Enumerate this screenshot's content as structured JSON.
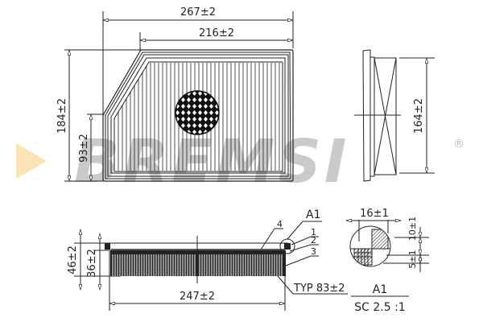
{
  "drawing": {
    "subject": "Air filter panel technical drawing",
    "top_view": {
      "overall_width": "267±2",
      "top_edge_width": "216±2",
      "overall_height": "184±2",
      "side_edge_height": "93±2"
    },
    "side_view": {
      "height": "164±2"
    },
    "section_view": {
      "overall_thickness": "46±2",
      "pleat_depth": "36±2",
      "pleat_length": "247±2",
      "pleat_count": "TYP 83±2",
      "callouts": [
        "1",
        "2",
        "3",
        "4"
      ],
      "detail_ref": "A1"
    },
    "detail_view": {
      "width": "16±1",
      "flange_height": "10±1",
      "seal_height": "5±1",
      "title": "A1",
      "scale": "SC 2.5 :1"
    }
  },
  "watermark": {
    "brand": "BREMSI",
    "registered_mark": "®",
    "triangle_color": "#fbe3b4",
    "text_color": "#b9b9b9"
  }
}
